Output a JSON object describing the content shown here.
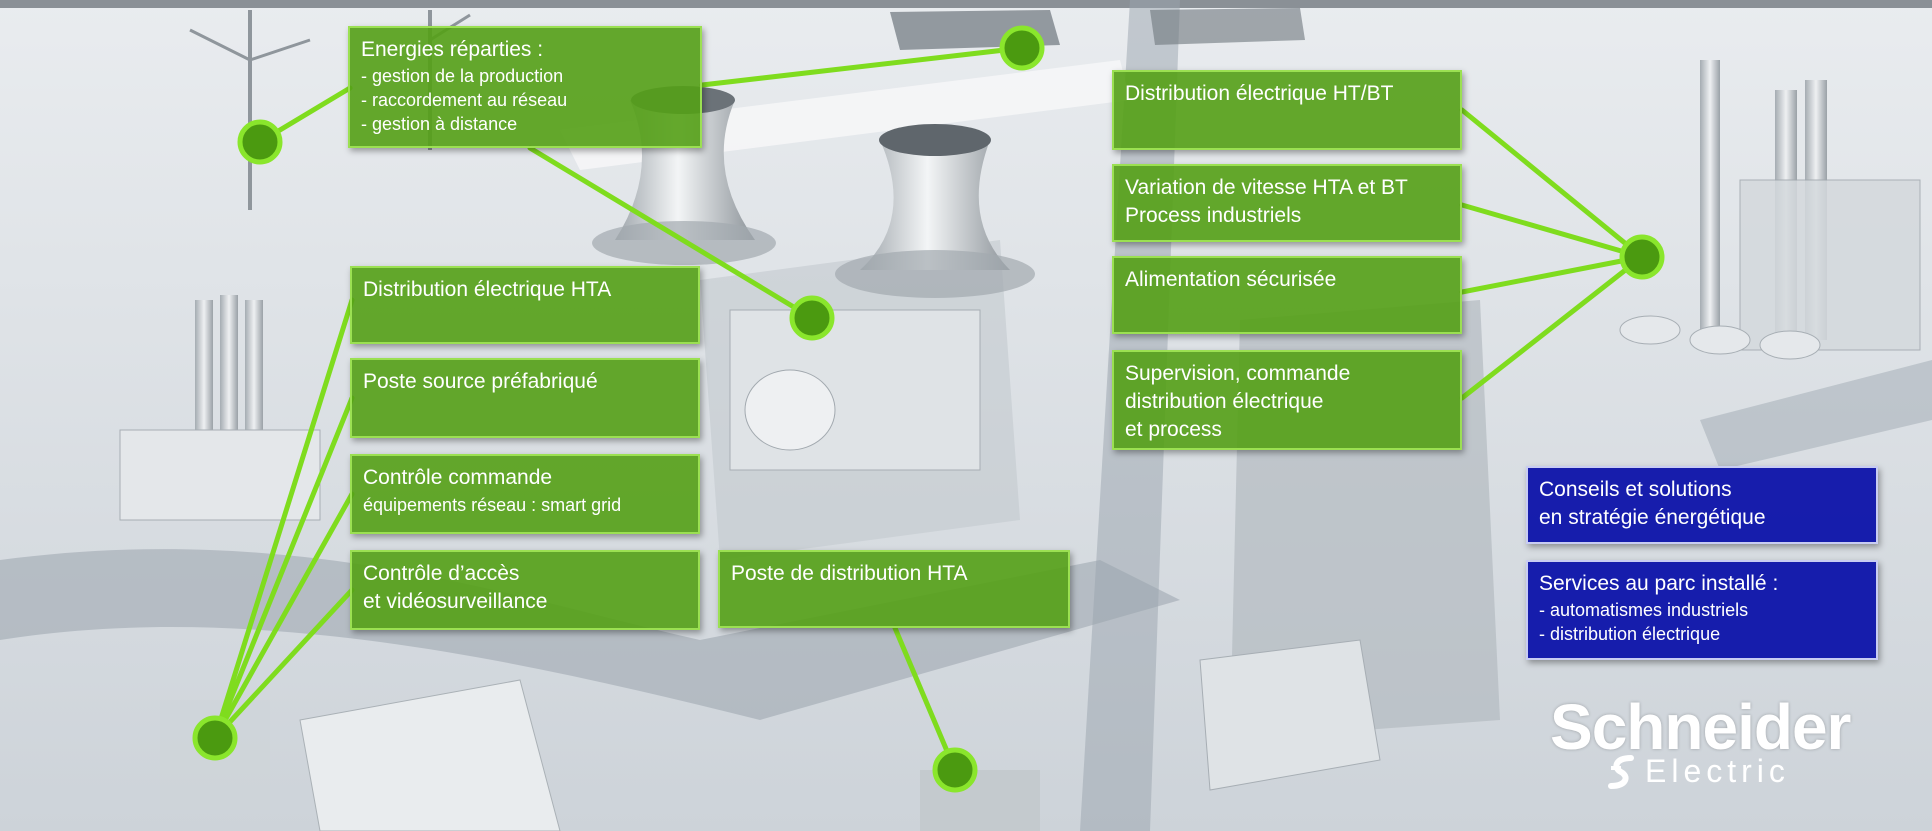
{
  "colors": {
    "green_box": "#54a016",
    "green_border": "#9be052",
    "connector": "#7fdc1e",
    "node_fill": "#4b9a10",
    "blue_box": "#080ea8",
    "blue_border": "#c8ccf2"
  },
  "boxes": {
    "energies": {
      "title": "Energies réparties :",
      "items": [
        "- gestion de la production",
        "- raccordement au réseau",
        "- gestion à distance"
      ]
    },
    "dist_hta": {
      "title": "Distribution électrique HTA"
    },
    "poste_source": {
      "title": "Poste source préfabriqué"
    },
    "controle_commande": {
      "title": "Contrôle commande",
      "sub": "équipements réseau : smart grid"
    },
    "controle_acces": {
      "line1": "Contrôle d’accès",
      "line2": "et vidéosurveillance"
    },
    "poste_distribution": {
      "title": "Poste de distribution  HTA"
    },
    "dist_htbt": {
      "title": "Distribution électrique  HT/BT"
    },
    "variation": {
      "line1": "Variation de vitesse HTA et BT",
      "line2": "Process industriels"
    },
    "alimentation": {
      "title": "Alimentation sécurisée"
    },
    "supervision": {
      "line1": "Supervision, commande",
      "line2": "distribution électrique",
      "line3": "et process"
    },
    "conseils": {
      "line1": "Conseils et solutions",
      "line2": "en stratégie énergétique"
    },
    "services": {
      "title": "Services au parc installé :",
      "items": [
        "- automatismes industriels",
        "- distribution électrique"
      ]
    }
  },
  "logo": {
    "name": "Schneider",
    "sub": "Electric",
    "icon": "schneider-electric-logo-icon"
  }
}
